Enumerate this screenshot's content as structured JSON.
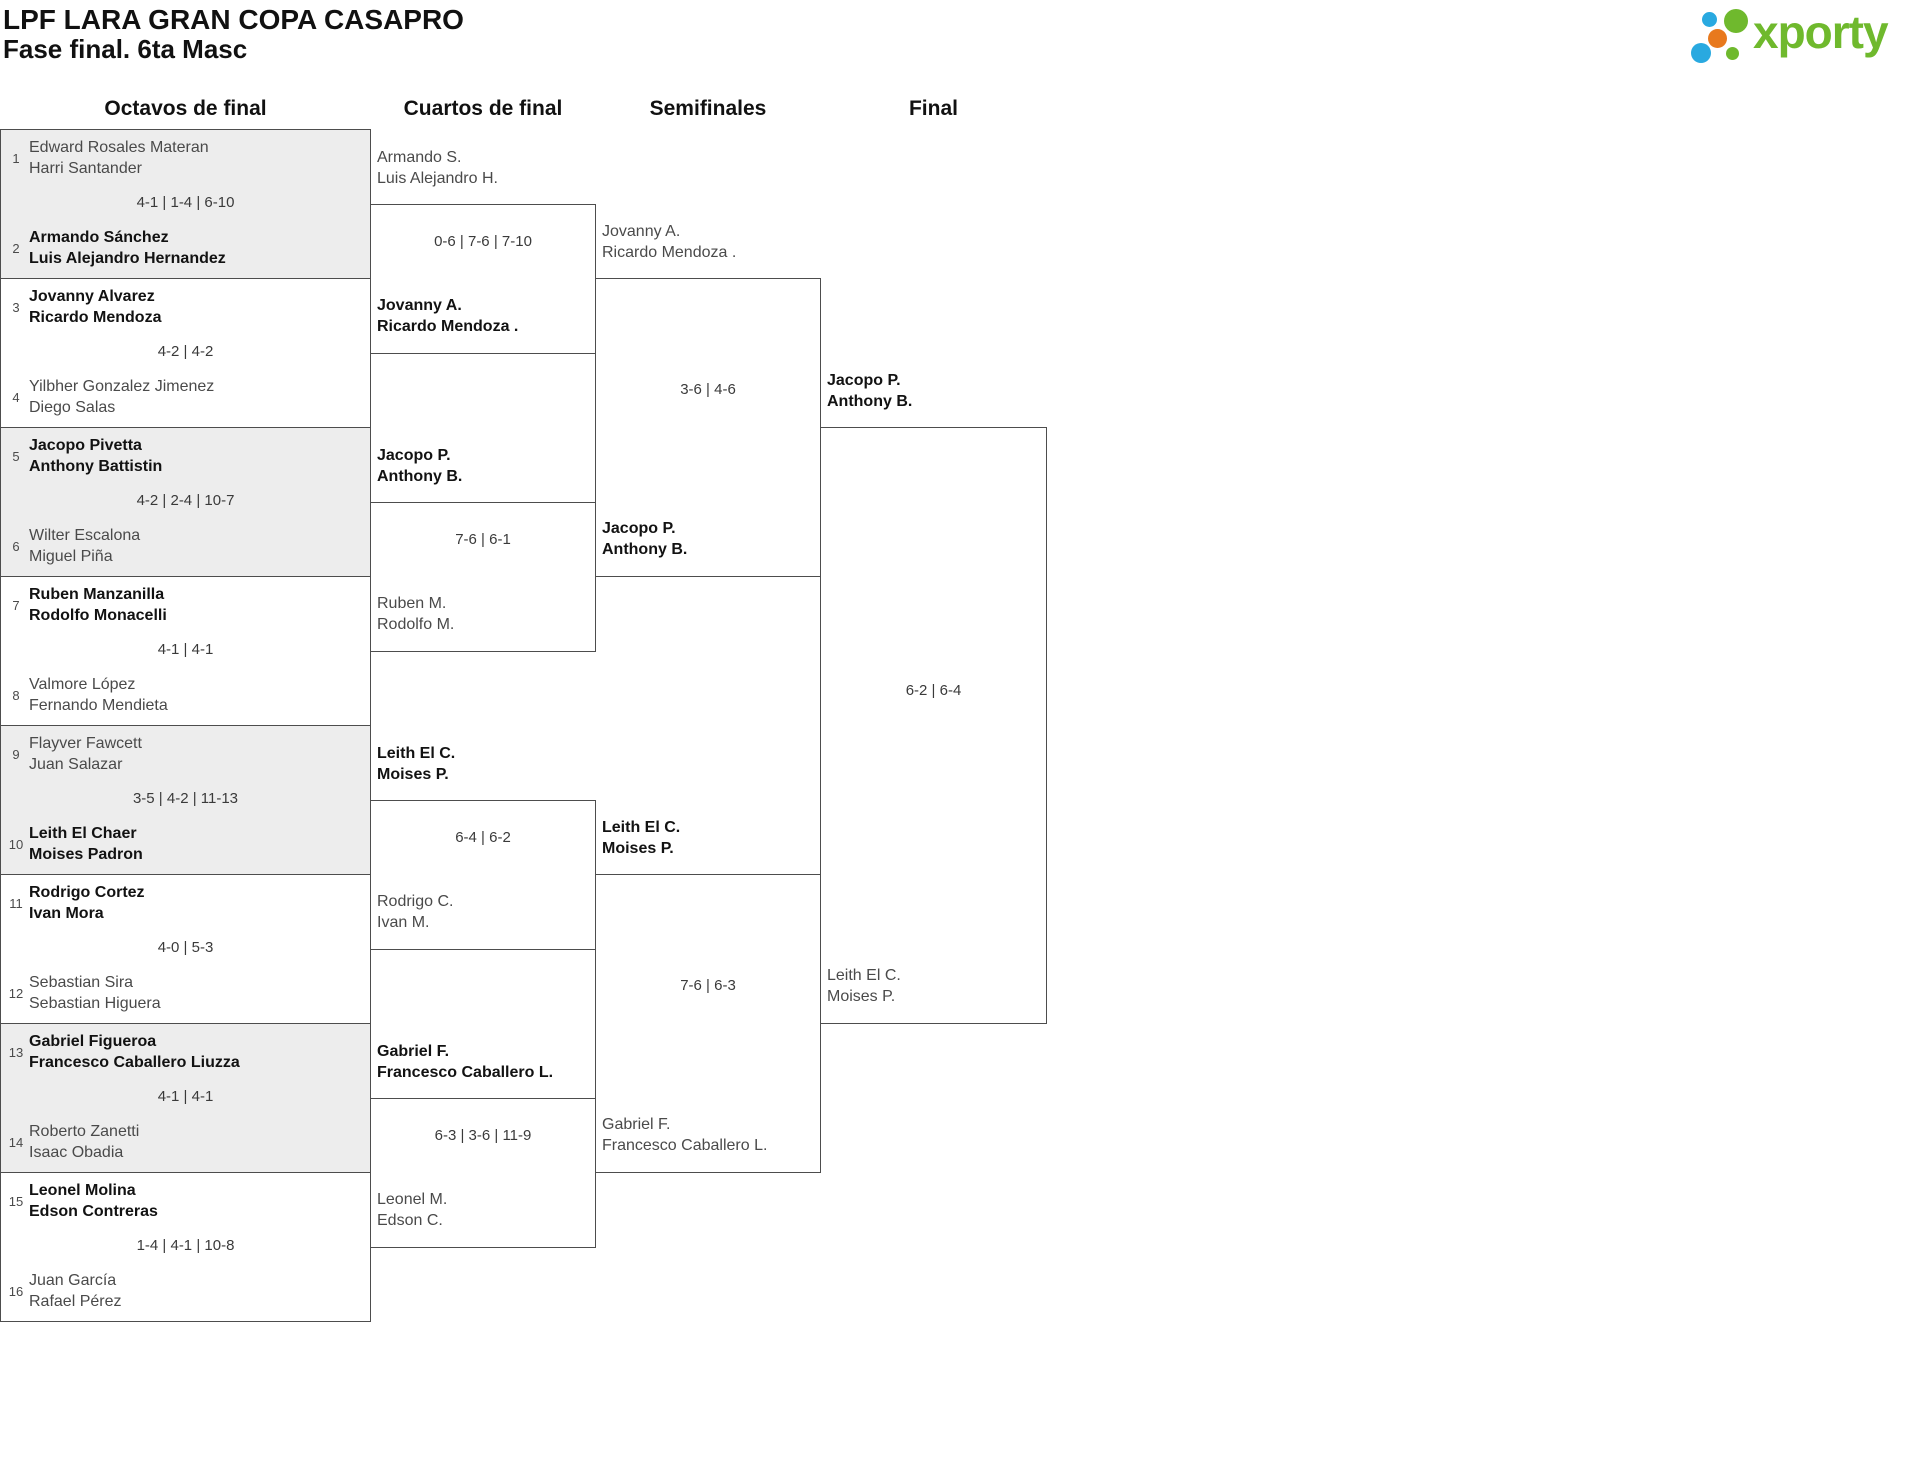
{
  "header": {
    "title": "LPF LARA GRAN COPA CASAPRO",
    "subtitle": "Fase final. 6ta Masc"
  },
  "logo": {
    "brand": "xporty",
    "colors": {
      "green": "#6fb92d",
      "blue": "#29a9e0",
      "orange": "#e8791d"
    }
  },
  "round_labels": [
    "Octavos de final",
    "Cuartos de final",
    "Semifinales",
    "Final"
  ],
  "octavos": [
    {
      "seed_top": "1",
      "top": [
        "Edward Rosales Materan",
        "Harri Santander"
      ],
      "top_winner": false,
      "score": "4-1 | 1-4 | 6-10",
      "seed_bottom": "2",
      "bottom": [
        "Armando Sánchez",
        "Luis Alejandro Hernandez"
      ],
      "bottom_winner": true
    },
    {
      "seed_top": "3",
      "top": [
        "Jovanny Alvarez",
        "Ricardo Mendoza"
      ],
      "top_winner": true,
      "score": "4-2 | 4-2",
      "seed_bottom": "4",
      "bottom": [
        "Yilbher Gonzalez Jimenez",
        "Diego Salas"
      ],
      "bottom_winner": false
    },
    {
      "seed_top": "5",
      "top": [
        "Jacopo Pivetta",
        "Anthony Battistin"
      ],
      "top_winner": true,
      "score": "4-2 | 2-4 | 10-7",
      "seed_bottom": "6",
      "bottom": [
        "Wilter Escalona",
        "Miguel Piña"
      ],
      "bottom_winner": false
    },
    {
      "seed_top": "7",
      "top": [
        "Ruben Manzanilla",
        "Rodolfo Monacelli"
      ],
      "top_winner": true,
      "score": "4-1 | 4-1",
      "seed_bottom": "8",
      "bottom": [
        "Valmore López",
        "Fernando Mendieta"
      ],
      "bottom_winner": false
    },
    {
      "seed_top": "9",
      "top": [
        "Flayver Fawcett",
        "Juan Salazar"
      ],
      "top_winner": false,
      "score": "3-5 | 4-2 | 11-13",
      "seed_bottom": "10",
      "bottom": [
        "Leith El Chaer",
        "Moises Padron"
      ],
      "bottom_winner": true
    },
    {
      "seed_top": "11",
      "top": [
        "Rodrigo Cortez",
        "Ivan Mora"
      ],
      "top_winner": true,
      "score": "4-0 | 5-3",
      "seed_bottom": "12",
      "bottom": [
        "Sebastian Sira",
        "Sebastian Higuera"
      ],
      "bottom_winner": false
    },
    {
      "seed_top": "13",
      "top": [
        "Gabriel Figueroa",
        "Francesco Caballero Liuzza"
      ],
      "top_winner": true,
      "score": "4-1 | 4-1",
      "seed_bottom": "14",
      "bottom": [
        "Roberto Zanetti",
        "Isaac Obadia"
      ],
      "bottom_winner": false
    },
    {
      "seed_top": "15",
      "top": [
        "Leonel Molina",
        "Edson Contreras"
      ],
      "top_winner": true,
      "score": "1-4 | 4-1 | 10-8",
      "seed_bottom": "16",
      "bottom": [
        "Juan García",
        "Rafael Pérez"
      ],
      "bottom_winner": false
    }
  ],
  "cuartos": [
    {
      "top": [
        "Armando S.",
        "Luis Alejandro H."
      ],
      "top_winner": false,
      "score": "0-6 | 7-6 | 7-10",
      "bottom": [
        "Jovanny A.",
        "Ricardo Mendoza ."
      ],
      "bottom_winner": true
    },
    {
      "top": [
        "Jacopo P.",
        "Anthony B."
      ],
      "top_winner": true,
      "score": "7-6 | 6-1",
      "bottom": [
        "Ruben M.",
        "Rodolfo M."
      ],
      "bottom_winner": false
    },
    {
      "top": [
        "Leith El C.",
        "Moises P."
      ],
      "top_winner": true,
      "score": "6-4 | 6-2",
      "bottom": [
        "Rodrigo C.",
        "Ivan M."
      ],
      "bottom_winner": false
    },
    {
      "top": [
        "Gabriel F.",
        "Francesco Caballero L."
      ],
      "top_winner": true,
      "score": "6-3 | 3-6 | 11-9",
      "bottom": [
        "Leonel M.",
        "Edson C."
      ],
      "bottom_winner": false
    }
  ],
  "semifinales": [
    {
      "top": [
        "Jovanny A.",
        "Ricardo Mendoza ."
      ],
      "top_winner": false,
      "score": "3-6 | 4-6",
      "bottom": [
        "Jacopo P.",
        "Anthony B."
      ],
      "bottom_winner": true
    },
    {
      "top": [
        "Leith El C.",
        "Moises P."
      ],
      "top_winner": true,
      "score": "7-6 | 6-3",
      "bottom": [
        "Gabriel F.",
        "Francesco Caballero L."
      ],
      "bottom_winner": false
    }
  ],
  "final": {
    "top": [
      "Jacopo P.",
      "Anthony B."
    ],
    "top_winner": true,
    "score": "6-2 | 6-4",
    "bottom": [
      "Leith El C.",
      "Moises P."
    ],
    "bottom_winner": false
  }
}
